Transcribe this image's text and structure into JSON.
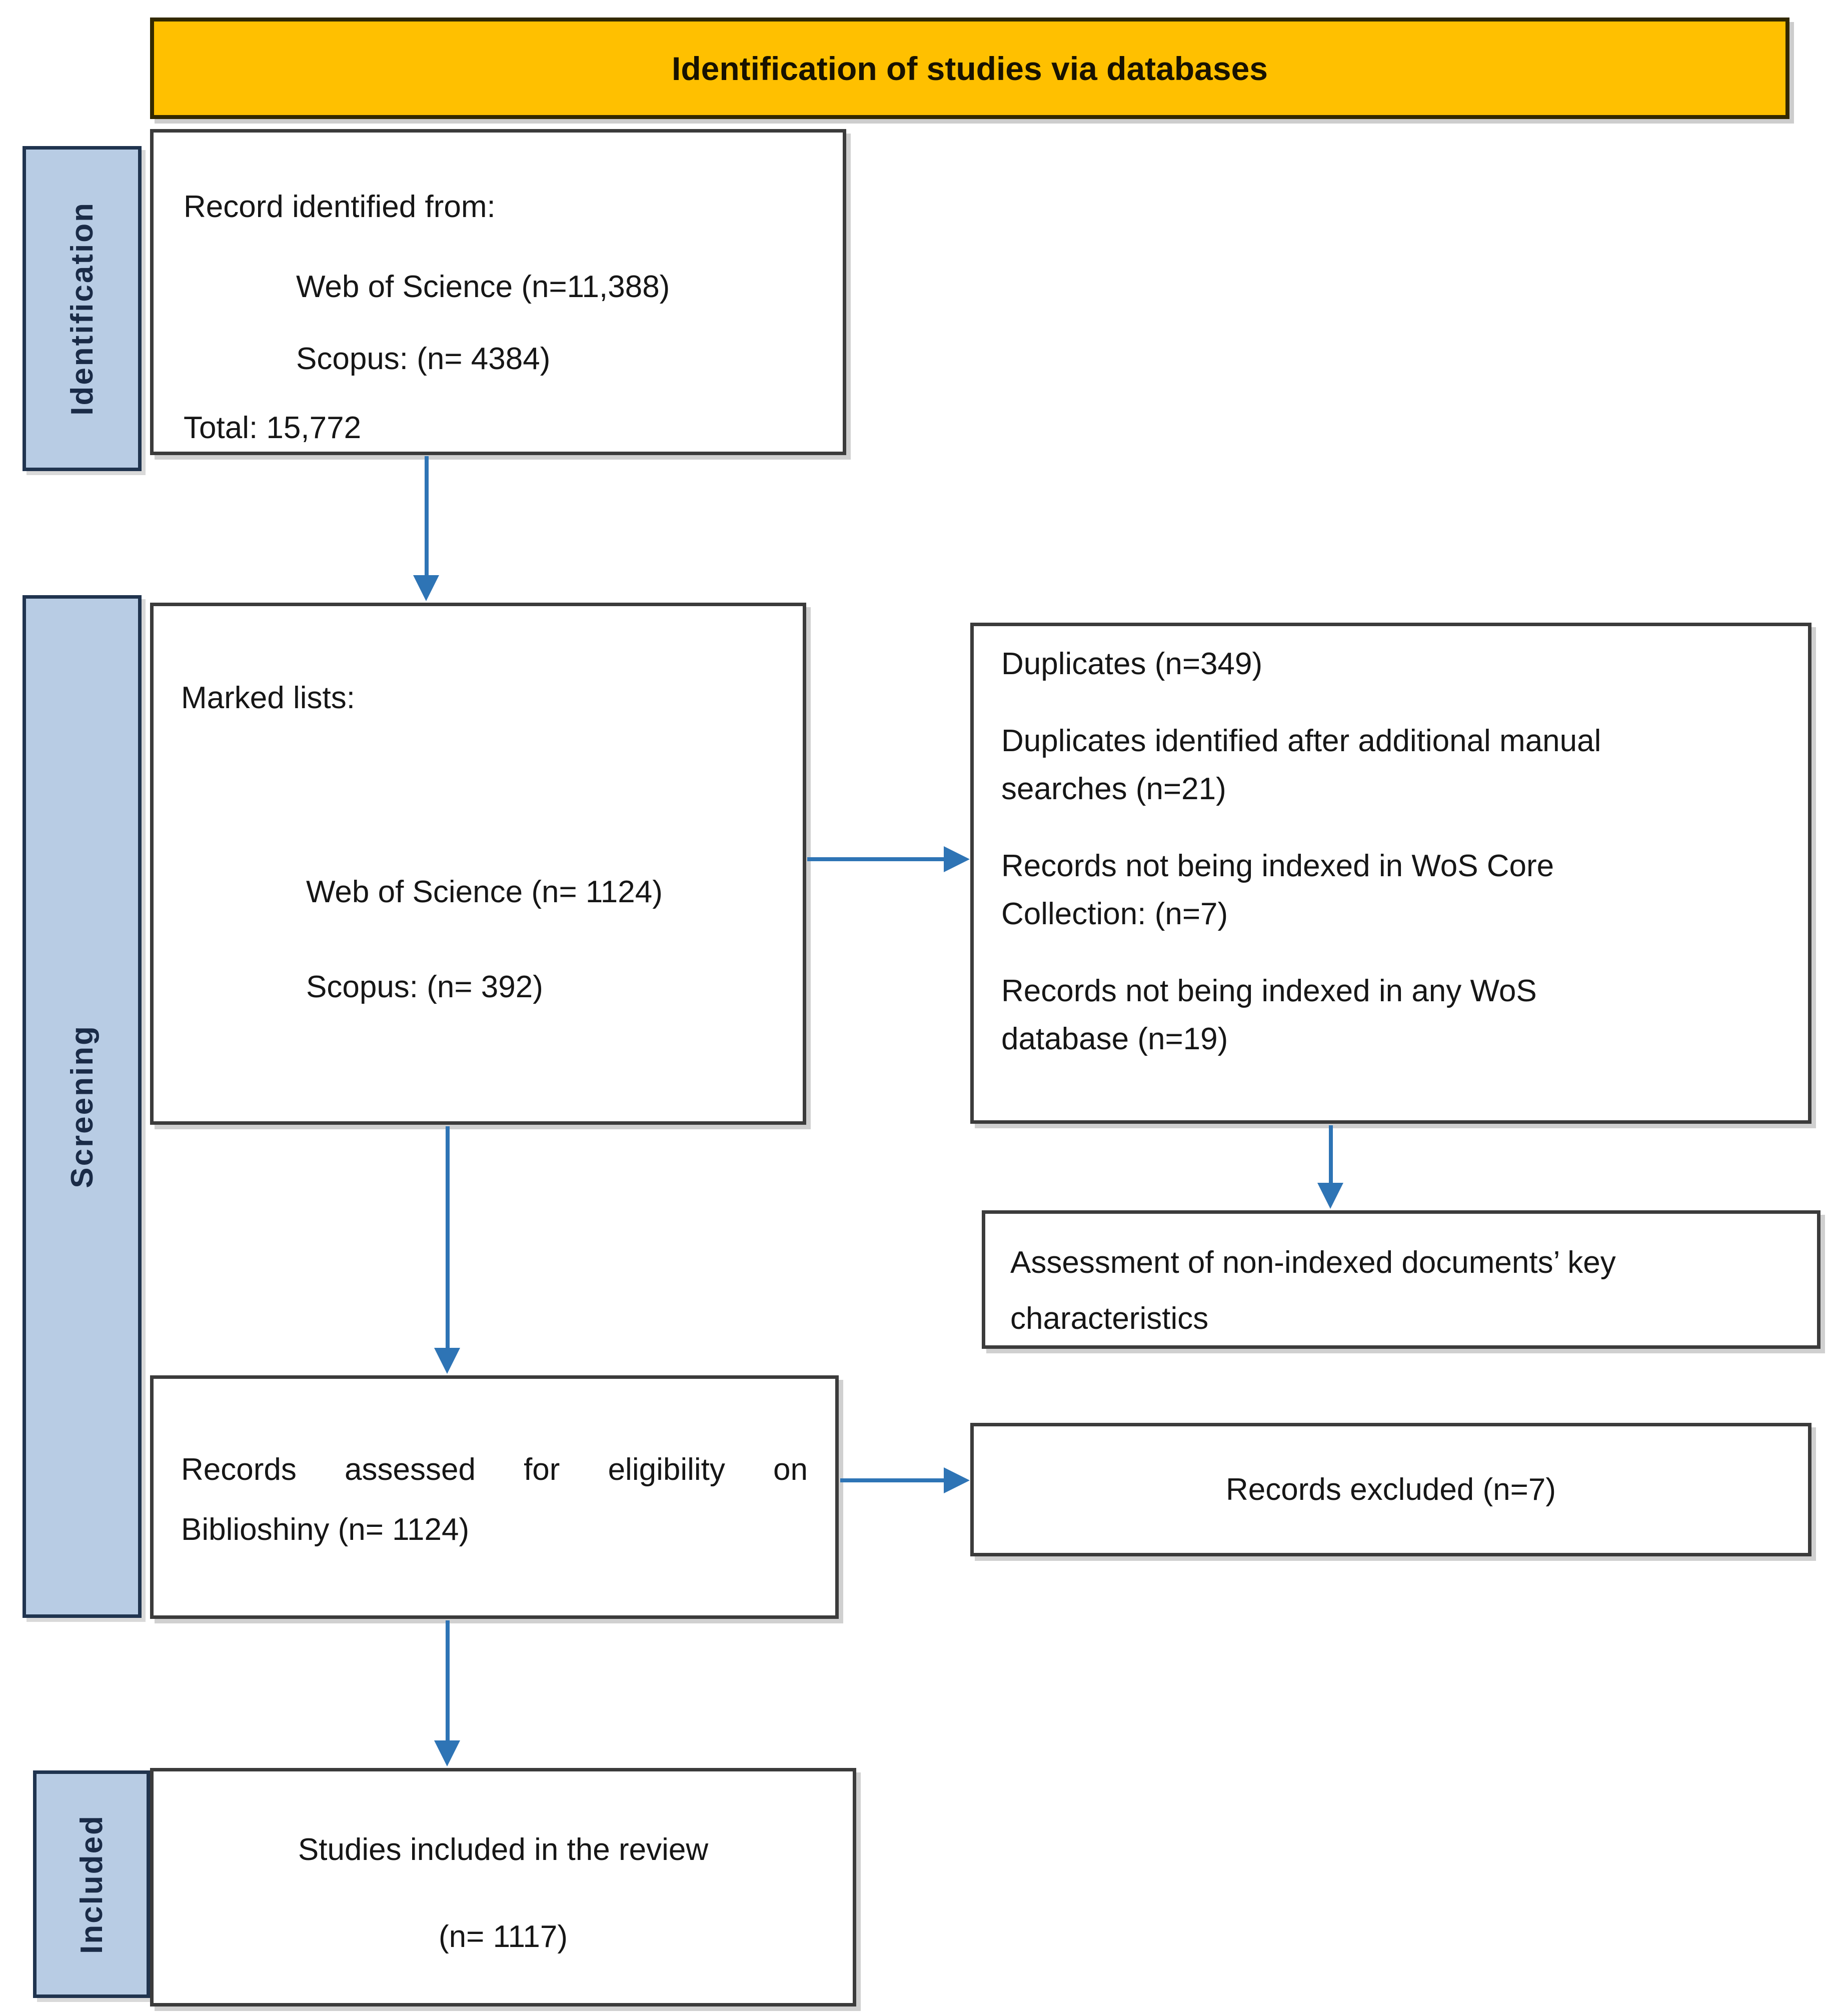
{
  "diagram": {
    "header": {
      "title": "Identification of studies via databases"
    },
    "stages": {
      "identification": {
        "label": "Identification"
      },
      "screening": {
        "label": "Screening"
      },
      "included": {
        "label": "Included"
      }
    },
    "boxes": {
      "records_identified": {
        "intro": "Record identified from:",
        "source1": "Web of Science (n=11,388)",
        "source2": "Scopus: (n= 4384)",
        "total": "Total: 15,772"
      },
      "marked_lists": {
        "intro": "Marked lists:",
        "source1": "Web of Science (n= 1124)",
        "source2": "Scopus: (n= 392)"
      },
      "duplicates": {
        "p1": "Duplicates (n=349)",
        "p2_line1": "Duplicates identified after additional manual",
        "p2_line2": "searches (n=21)",
        "p3_line1": "Records not being indexed in WoS Core",
        "p3_line2": "Collection: (n=7)",
        "p4_line1": "Records not being indexed in any WoS",
        "p4_line2": "database (n=19)"
      },
      "assessment": {
        "line1": "Assessment of non-indexed documents’ key",
        "line2": "characteristics"
      },
      "eligibility": {
        "line1": "Records assessed for eligibility on",
        "line2": "Biblioshiny (n= 1124)"
      },
      "excluded": {
        "text": "Records excluded (n=7)"
      },
      "included_studies": {
        "line1": "Studies included in the review",
        "line2": "(n= 1117)"
      }
    },
    "colors": {
      "header_fill": "#FFC000",
      "header_border": "#332900",
      "stage_fill": "#B8CCE4",
      "stage_border": "#20344F",
      "stage_text": "#1A2B47",
      "box_border": "#3B3B3B",
      "arrow": "#2E74B5"
    }
  }
}
